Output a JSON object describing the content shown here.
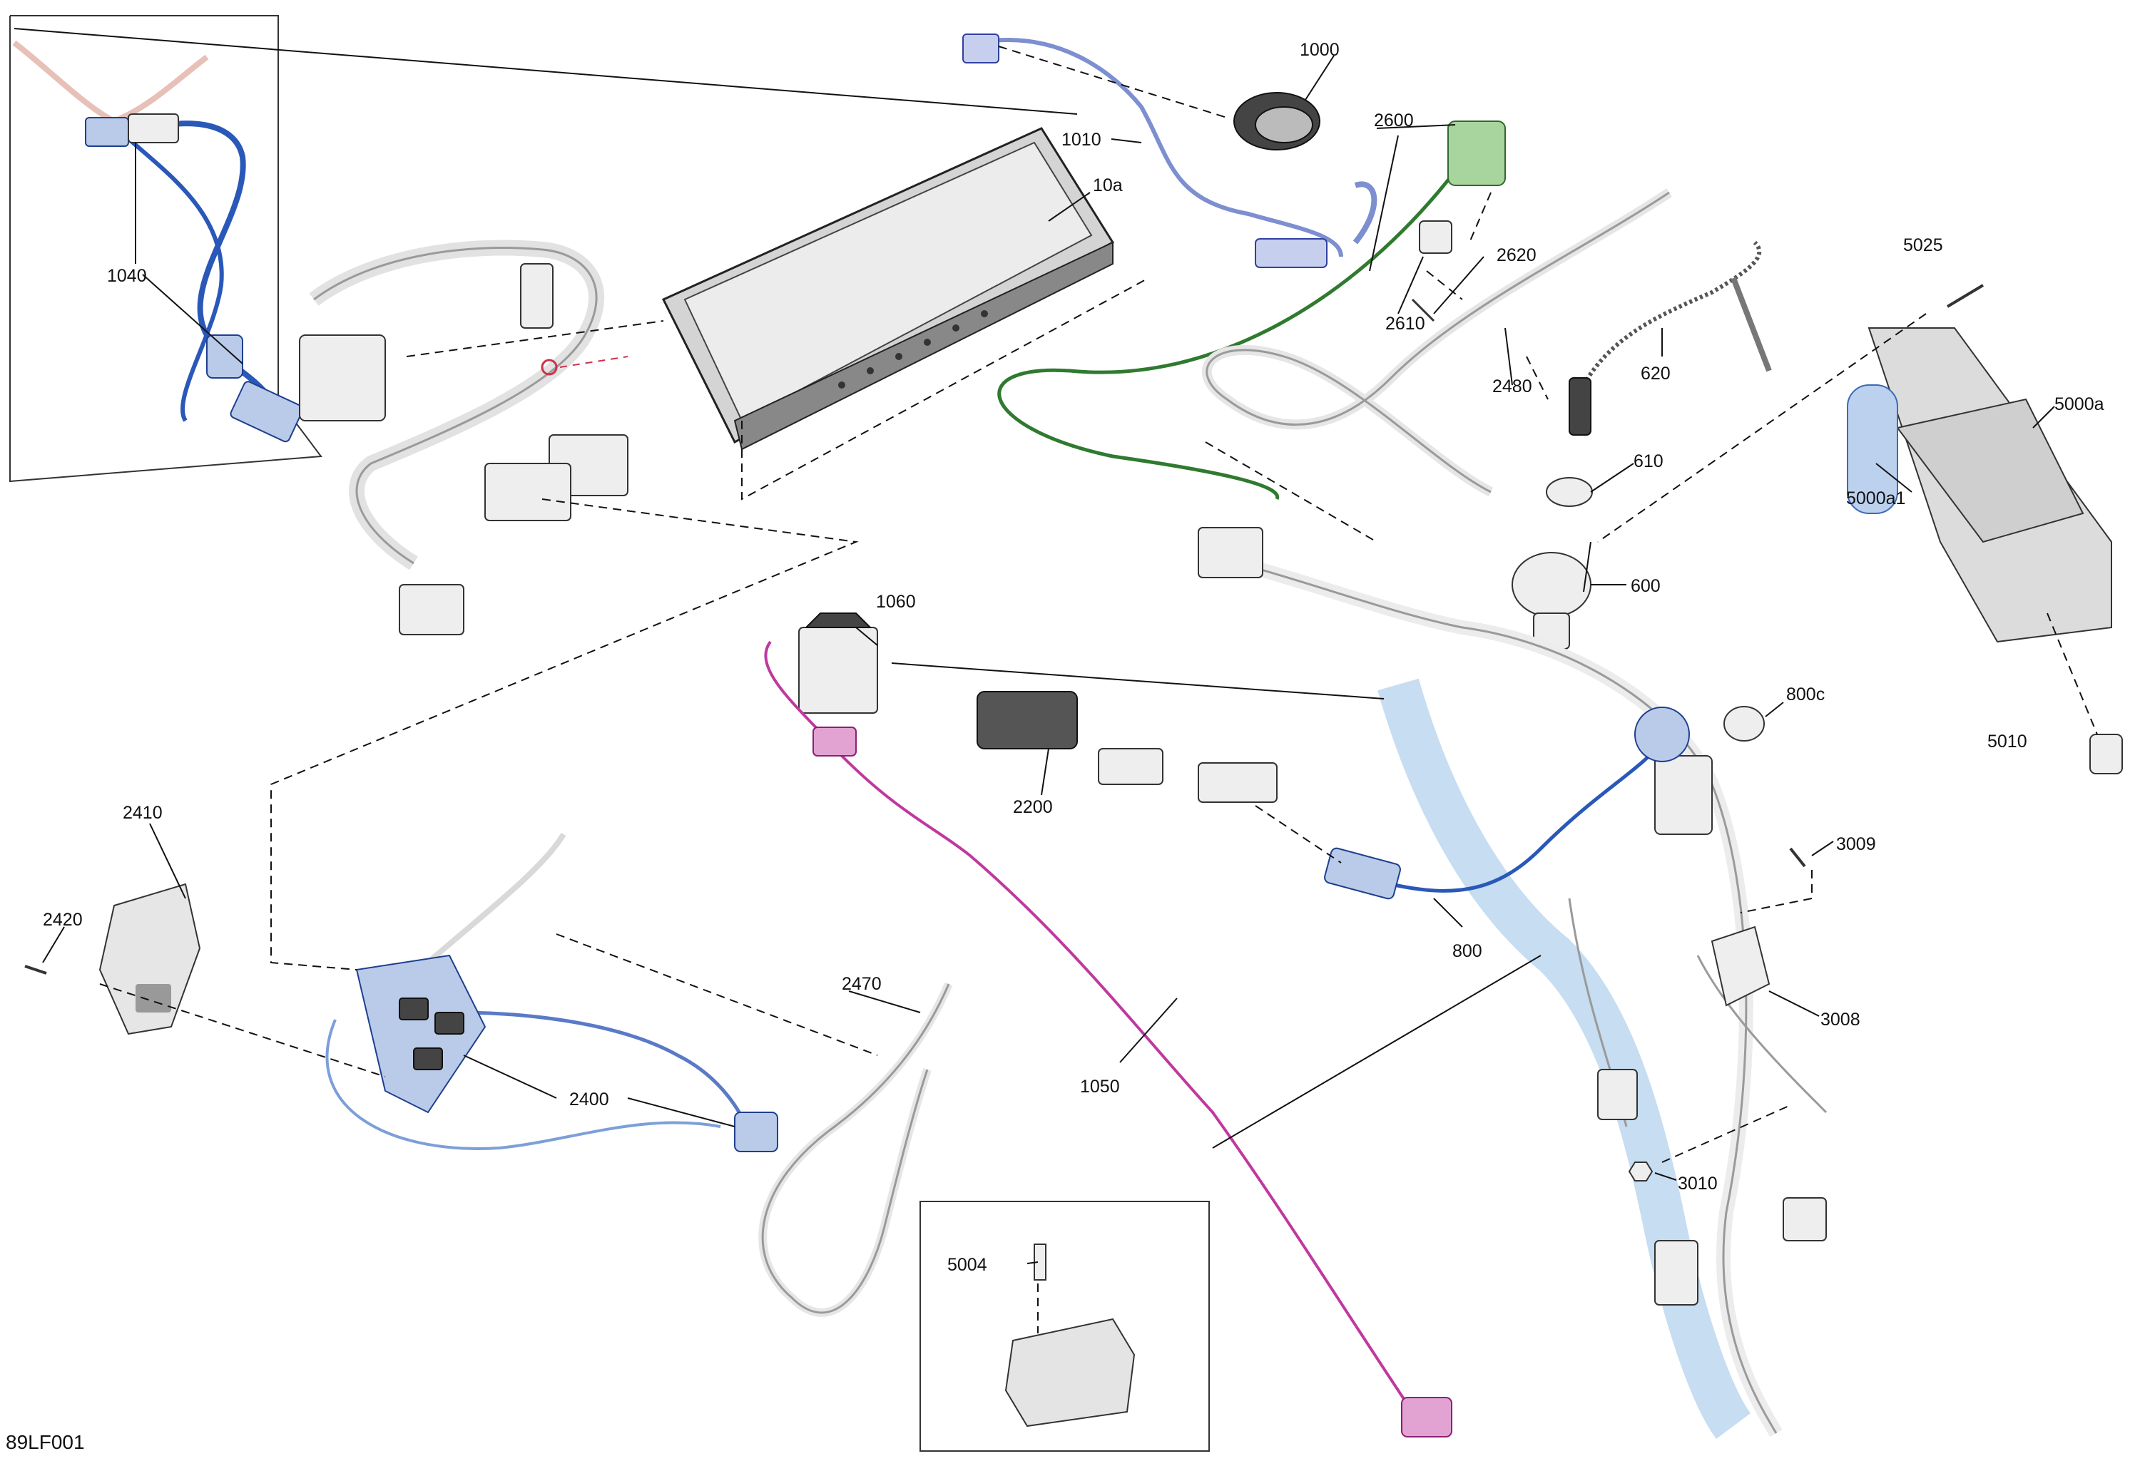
{
  "figure_code": "89LF001",
  "callouts": [
    {
      "id": "c1000",
      "text": "1000"
    },
    {
      "id": "c1010",
      "text": "1010"
    },
    {
      "id": "c10a",
      "text": "10a"
    },
    {
      "id": "c2600",
      "text": "2600"
    },
    {
      "id": "c2620",
      "text": "2620"
    },
    {
      "id": "c2610",
      "text": "2610"
    },
    {
      "id": "c2480",
      "text": "2480"
    },
    {
      "id": "c620",
      "text": "620"
    },
    {
      "id": "c610",
      "text": "610"
    },
    {
      "id": "c600",
      "text": "600"
    },
    {
      "id": "c5025",
      "text": "5025"
    },
    {
      "id": "c5000a",
      "text": "5000a"
    },
    {
      "id": "c5000a1",
      "text": "5000a1"
    },
    {
      "id": "c5010",
      "text": "5010"
    },
    {
      "id": "c1040",
      "text": "1040"
    },
    {
      "id": "c1060",
      "text": "1060"
    },
    {
      "id": "c2200",
      "text": "2200"
    },
    {
      "id": "c800c",
      "text": "800c"
    },
    {
      "id": "c800",
      "text": "800"
    },
    {
      "id": "c3009",
      "text": "3009"
    },
    {
      "id": "c3008",
      "text": "3008"
    },
    {
      "id": "c3010",
      "text": "3010"
    },
    {
      "id": "c2410",
      "text": "2410"
    },
    {
      "id": "c2420",
      "text": "2420"
    },
    {
      "id": "c2470",
      "text": "2470"
    },
    {
      "id": "c2400",
      "text": "2400"
    },
    {
      "id": "c1050",
      "text": "1050"
    },
    {
      "id": "c5004",
      "text": "5004"
    }
  ],
  "colors": {
    "blue_harness": "#2a58b8",
    "light_blue_assembly": "#a8c6e6",
    "magenta_harness": "#c0389e",
    "green_harness": "#2f7a2f",
    "red_marker": "#d0304a"
  }
}
